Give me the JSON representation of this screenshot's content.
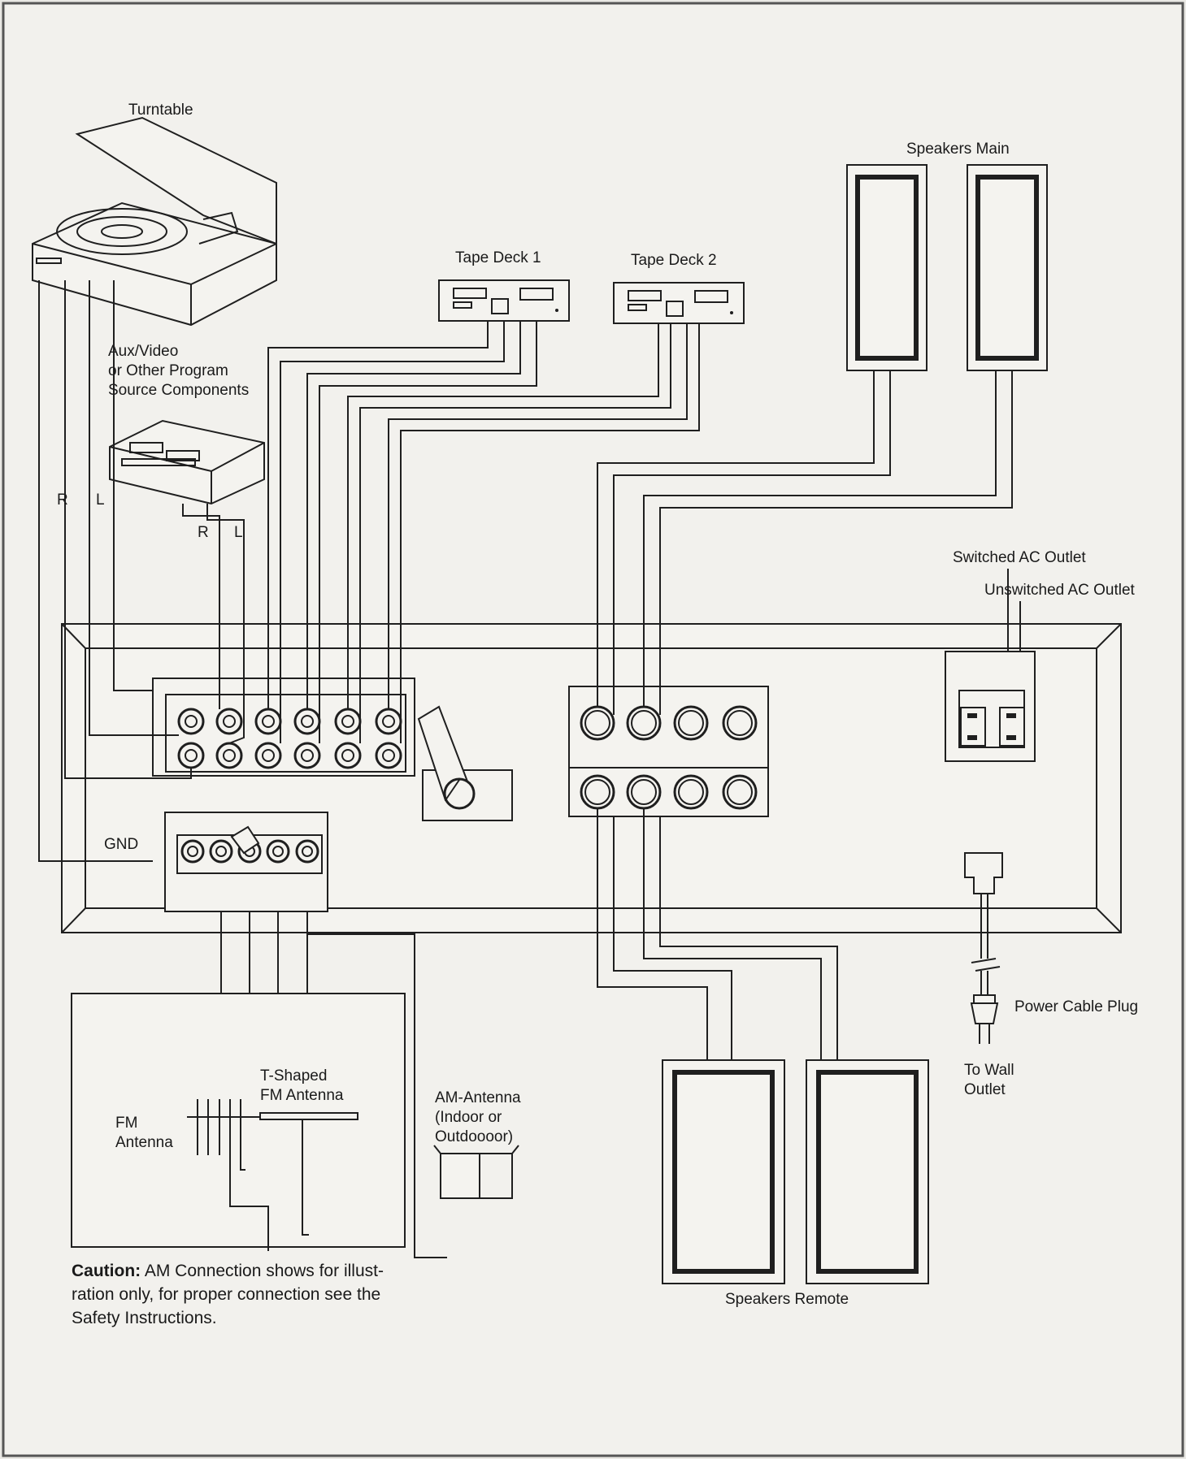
{
  "labels": {
    "turntable": "Turntable",
    "tape_deck_1": "Tape Deck 1",
    "tape_deck_2": "Tape Deck 2",
    "speakers_main": "Speakers Main",
    "aux_line1": "Aux/Video",
    "aux_line2": "or Other Program",
    "aux_line3": "Source Components",
    "r": "R",
    "l": "L",
    "switched_ac": "Switched AC Outlet",
    "unswitched_ac": "Unswitched AC Outlet",
    "gnd": "GND",
    "tshaped_line1": "T-Shaped",
    "tshaped_line2": "FM Antenna",
    "fm_line1": "FM",
    "fm_line2": "Antenna",
    "am_line1": "AM-Antenna",
    "am_line2": "(Indoor or",
    "am_line3": "Outdoooor)",
    "power_plug": "Power Cable Plug",
    "to_wall_line1": "To Wall",
    "to_wall_line2": "Outlet",
    "speakers_remote": "Speakers Remote"
  },
  "caution": {
    "bold": "Caution:",
    "line1": " AM Connection shows for illust-",
    "line2": "ration only, for proper connection see the",
    "line3": "Safety Instructions."
  },
  "icons": [
    "turntable-icon",
    "tape-deck-icon",
    "speaker-icon",
    "aux-component-icon",
    "ac-outlet-icon",
    "power-plug-icon",
    "fm-antenna-icon",
    "am-antenna-icon"
  ]
}
